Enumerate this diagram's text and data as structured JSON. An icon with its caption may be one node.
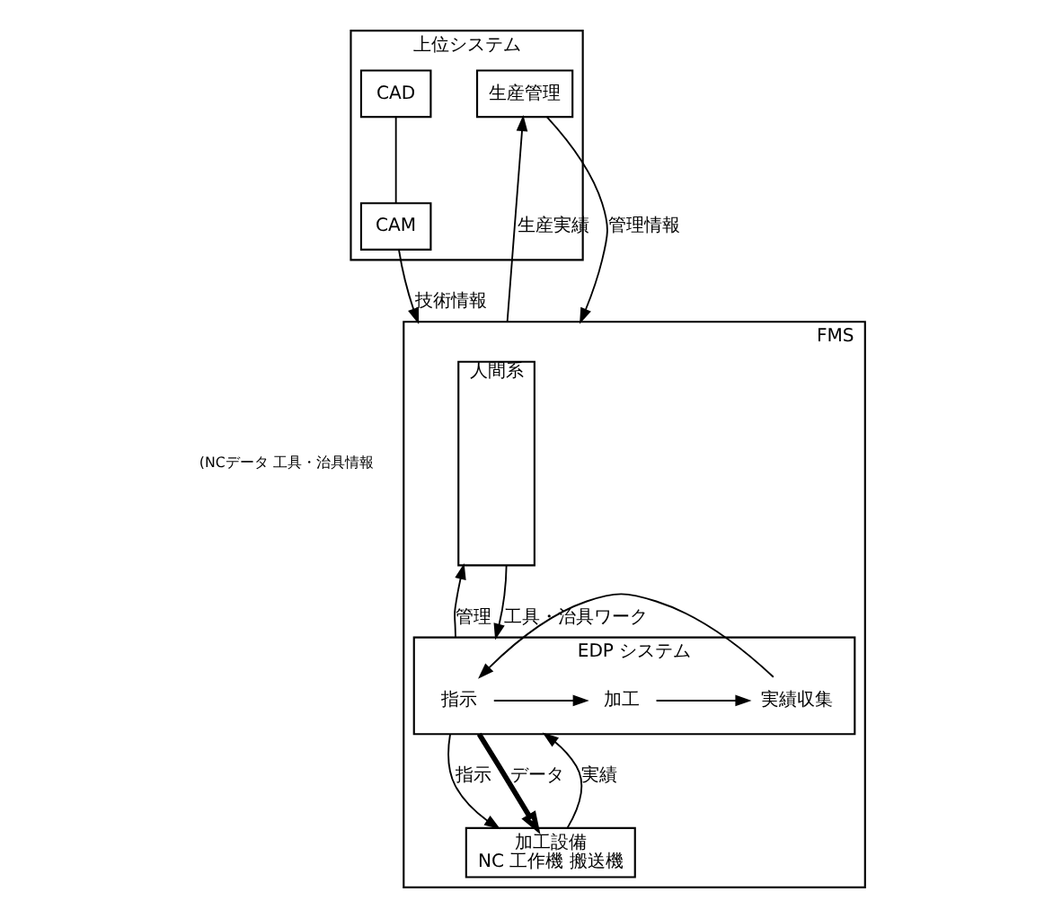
{
  "diagram": {
    "nodes": [
      {
        "text": [
          "上位システム"
        ]
      },
      {
        "text": [
          "CAD"
        ],
        "in": 0
      },
      {
        "text": [
          "CAM"
        ],
        "in": 0
      },
      {
        "text": [
          "生産管理"
        ],
        "in": 0
      },
      {
        "text": [
          "FMS"
        ]
      },
      {
        "text": [
          "人間系"
        ],
        "in": 4
      },
      {
        "text": [
          "EDP システム"
        ],
        "in": 4
      },
      {
        "text": [
          "指示"
        ],
        "in": 6
      },
      {
        "text": [
          "加工"
        ],
        "in": 6
      },
      {
        "text": [
          "実績収集"
        ],
        "in": 6
      },
      {
        "text": [
          "加工設備",
          "NC 工作機 搬送機"
        ],
        "in": 4
      }
    ],
    "edges": [
      {
        "from": 1,
        "to": 2,
        "arrow": "none"
      },
      {
        "from": 2,
        "to": 4,
        "arrow": "to",
        "label": "技術情報"
      },
      {
        "from": 4,
        "to": 3,
        "arrow": "to",
        "label": "生産実績"
      },
      {
        "from": 3,
        "to": 4,
        "arrow": "to",
        "label": "管理情報"
      },
      {
        "from": 6,
        "to": 5,
        "arrow": "to",
        "label": "管理"
      },
      {
        "from": 5,
        "to": 6,
        "arrow": "to",
        "label": "工具・治具ワーク"
      },
      {
        "from": 7,
        "to": 8,
        "arrow": "to"
      },
      {
        "from": 8,
        "to": 9,
        "arrow": "to"
      },
      {
        "from": 9,
        "to": 7,
        "arrow": "to"
      },
      {
        "from": 6,
        "to": 10,
        "arrow": "to",
        "label": "指示"
      },
      {
        "from": 6,
        "to": 10,
        "arrow": "to",
        "label": "データ",
        "style": "thick"
      },
      {
        "from": 10,
        "to": 6,
        "arrow": "to",
        "label": "実績"
      }
    ],
    "labels": [
      "(NCデータ 工具・治具情報"
    ]
  }
}
